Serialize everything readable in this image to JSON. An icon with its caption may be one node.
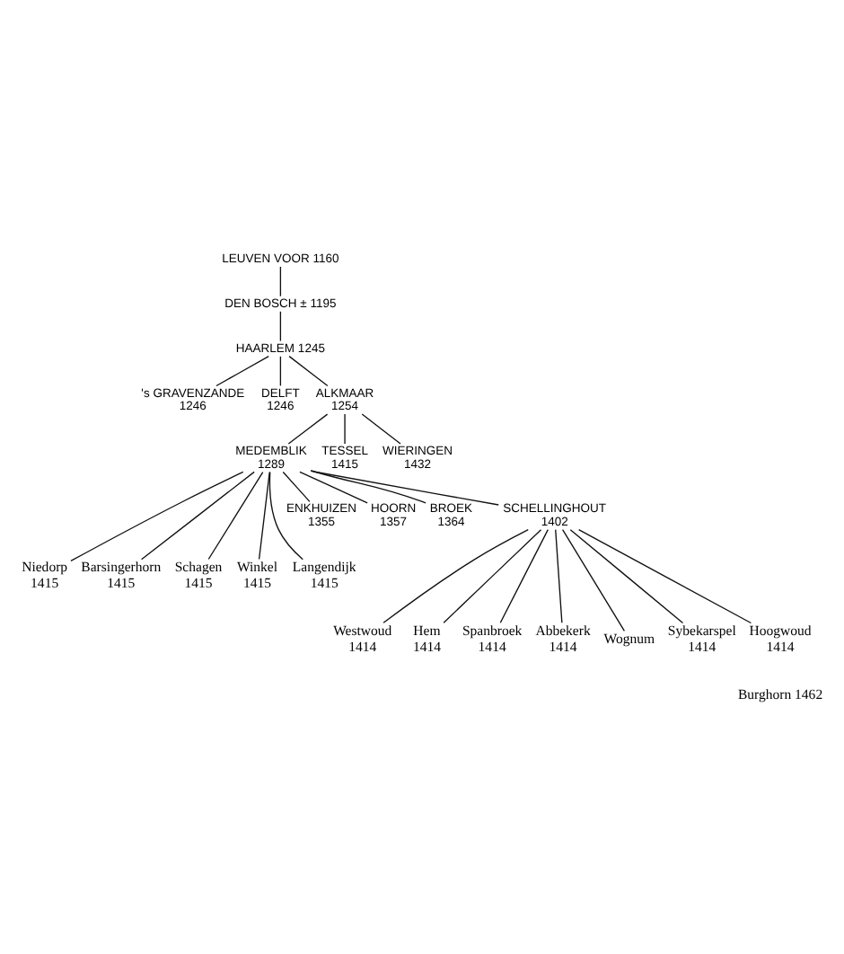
{
  "diagram": {
    "nodes": [
      {
        "text": [
          "LEUVEN VOOR 1160"
        ]
      },
      {
        "text": [
          "DEN BOSCH ± 1195"
        ]
      },
      {
        "text": [
          "HAARLEM 1245"
        ]
      },
      {
        "text": [
          "'s GRAVENZANDE 1246"
        ]
      },
      {
        "text": [
          "DELFT 1246"
        ]
      },
      {
        "text": [
          "ALKMAAR 1254"
        ]
      },
      {
        "text": [
          "MEDEMBLIK 1289"
        ]
      },
      {
        "text": [
          "TESSEL 1415"
        ]
      },
      {
        "text": [
          "WIERINGEN 1432"
        ]
      },
      {
        "text": [
          "ENKHUIZEN 1355"
        ]
      },
      {
        "text": [
          "HOORN 1357"
        ]
      },
      {
        "text": [
          "BROEK 1364"
        ]
      },
      {
        "text": [
          "SCHELLINGHOUT 1402"
        ]
      },
      {
        "text": [
          "Niedorp 1415"
        ]
      },
      {
        "text": [
          "Barsingerhorn 1415"
        ]
      },
      {
        "text": [
          "Schagen 1415"
        ]
      },
      {
        "text": [
          "Winkel 1415"
        ]
      },
      {
        "text": [
          "Langendijk 1415"
        ]
      },
      {
        "text": [
          "Westwoud 1414"
        ]
      },
      {
        "text": [
          "Hem 1414"
        ]
      },
      {
        "text": [
          "Spanbroek 1414"
        ]
      },
      {
        "text": [
          "Abbekerk 1414"
        ]
      },
      {
        "text": [
          "Wognum"
        ]
      },
      {
        "text": [
          "Sybekarspel 1414"
        ]
      },
      {
        "text": [
          "Hoogwoud 1414"
        ]
      }
    ],
    "edges": [
      {
        "from": 0,
        "to": 1,
        "arrow": "none"
      },
      {
        "from": 1,
        "to": 2,
        "arrow": "none"
      },
      {
        "from": 2,
        "to": 3,
        "arrow": "none"
      },
      {
        "from": 2,
        "to": 4,
        "arrow": "none"
      },
      {
        "from": 2,
        "to": 5,
        "arrow": "none"
      },
      {
        "from": 5,
        "to": 6,
        "arrow": "none"
      },
      {
        "from": 5,
        "to": 7,
        "arrow": "none"
      },
      {
        "from": 5,
        "to": 8,
        "arrow": "none"
      },
      {
        "from": 6,
        "to": 13,
        "arrow": "none"
      },
      {
        "from": 6,
        "to": 14,
        "arrow": "none"
      },
      {
        "from": 6,
        "to": 15,
        "arrow": "none"
      },
      {
        "from": 6,
        "to": 16,
        "arrow": "none"
      },
      {
        "from": 6,
        "to": 17,
        "arrow": "none"
      },
      {
        "from": 6,
        "to": 9,
        "arrow": "none"
      },
      {
        "from": 6,
        "to": 10,
        "arrow": "none"
      },
      {
        "from": 6,
        "to": 11,
        "arrow": "none"
      },
      {
        "from": 6,
        "to": 12,
        "arrow": "none"
      },
      {
        "from": 12,
        "to": 18,
        "arrow": "none"
      },
      {
        "from": 12,
        "to": 19,
        "arrow": "none"
      },
      {
        "from": 12,
        "to": 20,
        "arrow": "none"
      },
      {
        "from": 12,
        "to": 21,
        "arrow": "none"
      },
      {
        "from": 12,
        "to": 22,
        "arrow": "none"
      },
      {
        "from": 12,
        "to": 23,
        "arrow": "none"
      },
      {
        "from": 12,
        "to": 24,
        "arrow": "none"
      }
    ],
    "labels": [
      "Burghorn 1462"
    ]
  }
}
